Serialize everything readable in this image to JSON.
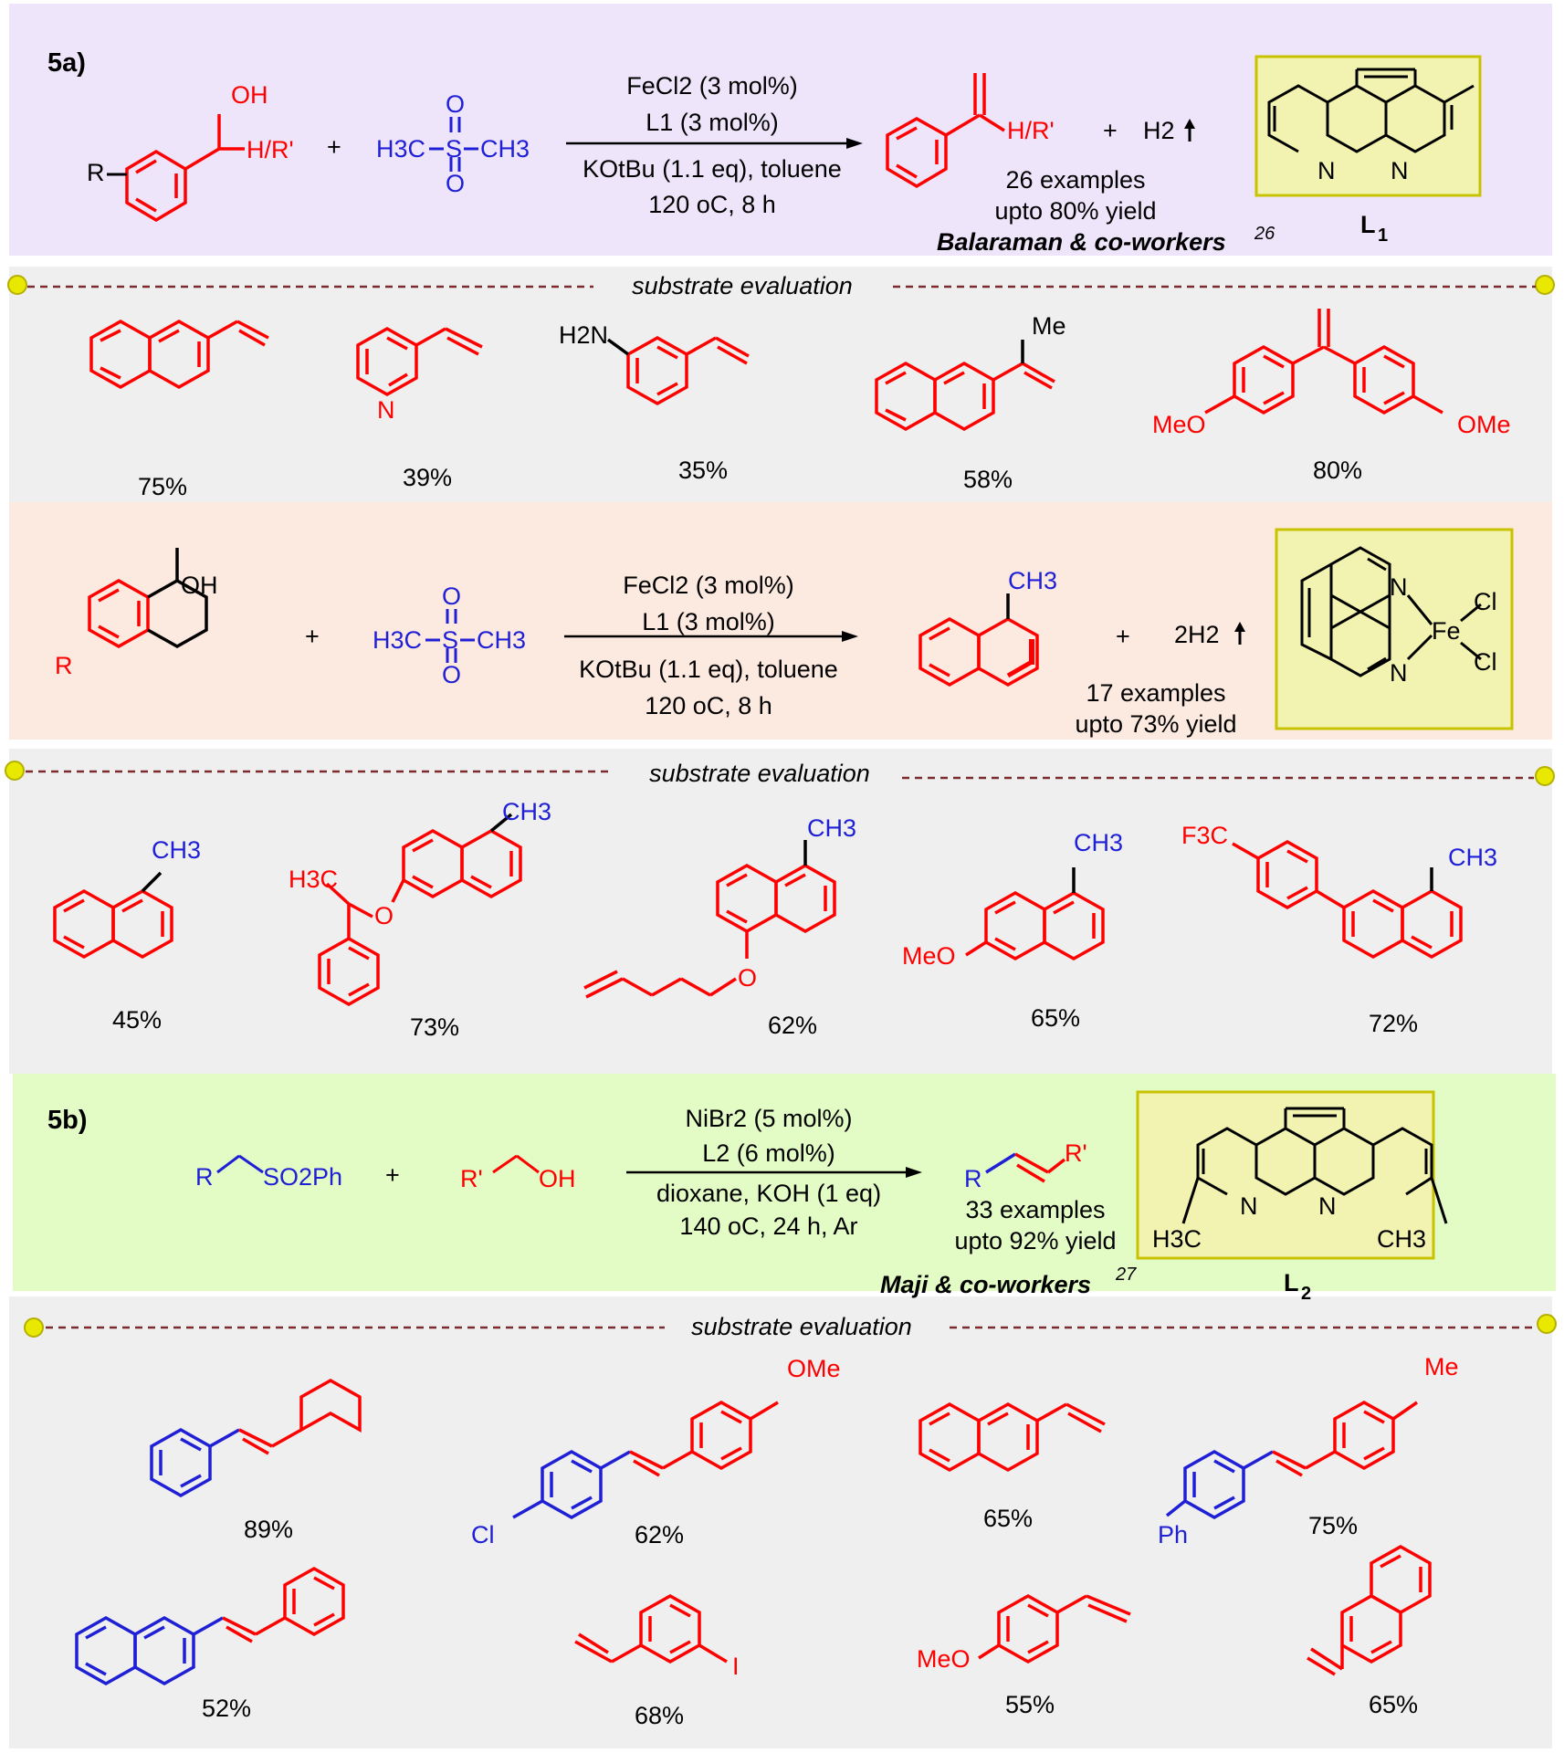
{
  "panel_5a": {
    "label": "5a)",
    "reagents": [
      "FeCl2 (3 mol%)",
      "L1 (3 mol%)",
      "KOtBu (1.1 eq), toluene",
      "120 oC, 8 h"
    ],
    "examples": "26 examples",
    "yield": "upto 80% yield",
    "credit": "Balaraman & co-workers",
    "credit_ref": "26",
    "ligand_label": "L",
    "ligand_sub": "1",
    "reactant_group": "H/R'",
    "product_group": "H/R'",
    "byproduct": "H2",
    "substituent_R": "R",
    "oh": "OH",
    "sulfone": {
      "left": "H3C",
      "s": "S",
      "right": "CH3",
      "o": "O"
    },
    "plus": "+",
    "ligand_atoms": {
      "n": "N"
    }
  },
  "substrate_eval_label": "substrate evaluation",
  "substrates_1": {
    "yields": [
      "75%",
      "39%",
      "35%",
      "58%",
      "80%"
    ],
    "labels": {
      "n": "N",
      "h2n": "H2N",
      "me": "Me",
      "meo": "MeO",
      "ome": "OMe"
    }
  },
  "panel_5a2": {
    "reagents": [
      "FeCl2 (3 mol%)",
      "L1 (3 mol%)",
      "KOtBu (1.1 eq), toluene",
      "120 oC, 8 h"
    ],
    "examples": "17 examples",
    "yield": "upto 73% yield",
    "byproduct": "2H2",
    "oh": "OH",
    "substituent_R": "R",
    "product_me": "CH3",
    "complex": {
      "fe": "Fe",
      "cl": "Cl",
      "n": "N"
    }
  },
  "substrates_2": {
    "yields": [
      "45%",
      "73%",
      "62%",
      "65%",
      "72%"
    ],
    "labels": {
      "ch3": "CH3",
      "h3c": "H3C",
      "o": "O",
      "meo": "MeO",
      "f3c": "F3C"
    }
  },
  "panel_5b": {
    "label": "5b)",
    "reagents": [
      "NiBr2 (5 mol%)",
      "L2 (6 mol%)",
      "dioxane, KOH (1 eq)",
      "140 oC, 24 h, Ar"
    ],
    "examples": "33 examples",
    "yield": "upto 92% yield",
    "credit": "Maji & co-workers",
    "credit_ref": "27",
    "ligand_label": "L",
    "ligand_sub": "2",
    "sulfone_reactant": "SO2Ph",
    "alcohol_oh": "OH",
    "r": "R",
    "r2": "R'",
    "ligand_me": "CH3",
    "ligand_me_left": "H3C"
  },
  "substrates_3": {
    "yields": [
      "89%",
      "62%",
      "65%",
      "75%",
      "52%",
      "68%",
      "55%",
      "65%"
    ],
    "labels": {
      "ome": "OMe",
      "cl": "Cl",
      "me": "Me",
      "ph": "Ph",
      "i": "I",
      "meo": "MeO"
    }
  },
  "colors": {
    "panel_5a_bg": "#eee5fb",
    "panel_5a2_bg": "#fce9e0",
    "panel_5b_bg": "#e3fcc6",
    "eval_bg": "#efefef",
    "ligand_box": "#f2f3b1",
    "ligand_border": "#c8c200",
    "dash": "#7a2c2c",
    "red": "#ff0000",
    "blue": "#1f1fd6"
  }
}
